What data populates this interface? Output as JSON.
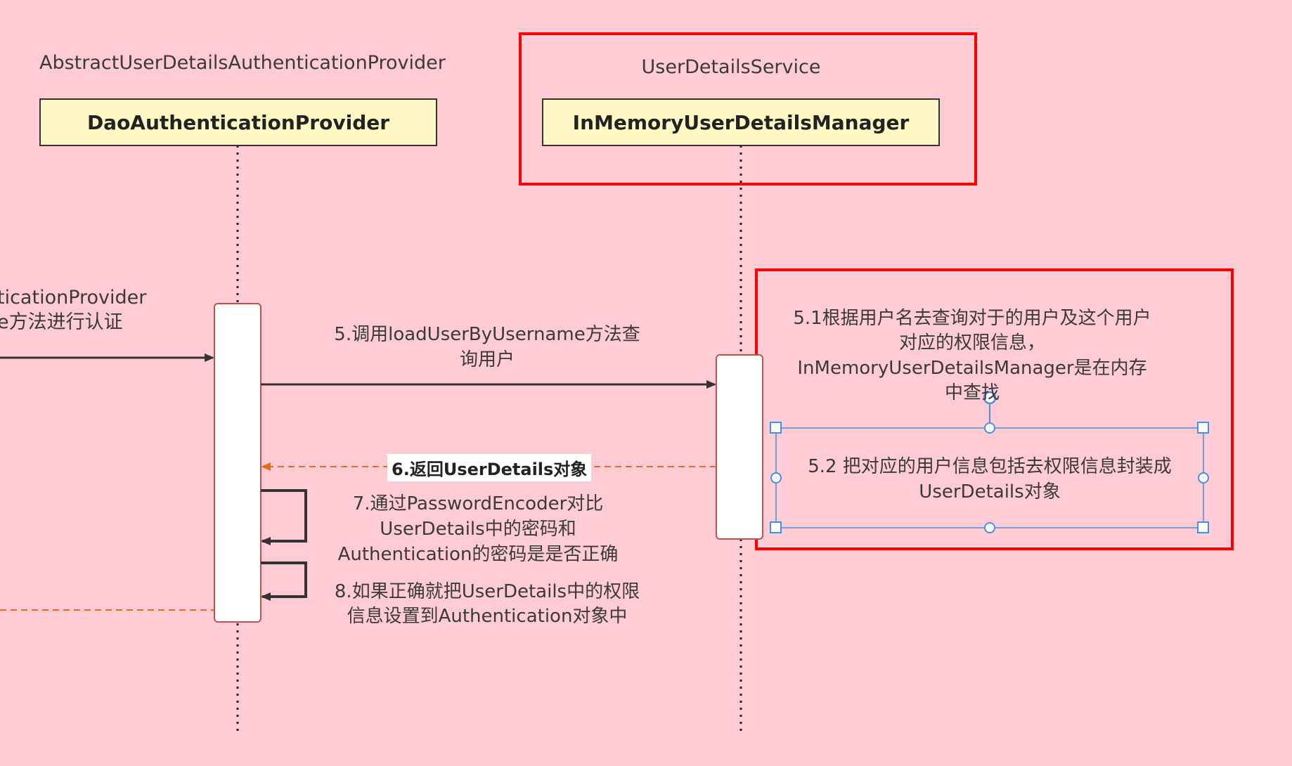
{
  "participants": {
    "left": {
      "interface_label": "AbstractUserDetailsAuthenticationProvider",
      "box_label": "DaoAuthenticationProvider"
    },
    "right": {
      "interface_label": "UserDetailsService",
      "box_label": "InMemoryUserDetailsManager"
    }
  },
  "incoming": {
    "line1": "ticationProvider",
    "line2": "e方法进行认证"
  },
  "messages": {
    "step5": {
      "line1": "5.调用loadUserByUsername方法查",
      "line2": "询用户"
    },
    "step6": "6.返回UserDetails对象",
    "step7": {
      "line1": "7.通过PasswordEncoder对比",
      "line2": "UserDetails中的密码和",
      "line3": "Authentication的密码是是否正确"
    },
    "step8": {
      "line1": "8.如果正确就把UserDetails中的权限",
      "line2": "信息设置到Authentication对象中"
    }
  },
  "notes": {
    "step5_1": {
      "line1": "5.1根据用户名去查询对于的用户及这个用户",
      "line2": "对应的权限信息，",
      "line3": "InMemoryUserDetailsManager是在内存",
      "line4": "中查找"
    },
    "step5_2": {
      "line1": "5.2 把对应的用户信息包括去权限信息封装成",
      "line2": "UserDetails对象"
    }
  },
  "colors": {
    "background": "#FFCCD5",
    "participant_fill": "#FFF8C4",
    "highlight_border": "#FF0000",
    "activation_border": "#B85450",
    "return_arrow": "#E07020",
    "selection": "#4A90D9"
  }
}
